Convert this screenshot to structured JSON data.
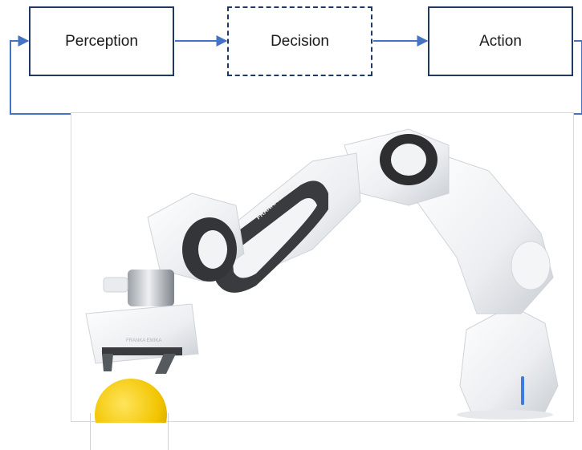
{
  "diagram": {
    "nodes": [
      {
        "id": "perception",
        "label": "Perception",
        "style": "solid"
      },
      {
        "id": "decision",
        "label": "Decision",
        "style": "dashed"
      },
      {
        "id": "action",
        "label": "Action",
        "style": "solid"
      }
    ],
    "edges": [
      {
        "from": "perception",
        "to": "decision"
      },
      {
        "from": "decision",
        "to": "action"
      },
      {
        "from": "action",
        "to": "perception",
        "type": "feedback-loop"
      }
    ],
    "colors": {
      "line": "#4472c4",
      "border": "#1f3864",
      "ball": "#f2c500"
    }
  },
  "photo": {
    "subject": "robot-arm-with-ball",
    "arm_logo_text": "FRANKA EMIKA",
    "gripper_logo_text": "FRANKA EMIKA"
  }
}
